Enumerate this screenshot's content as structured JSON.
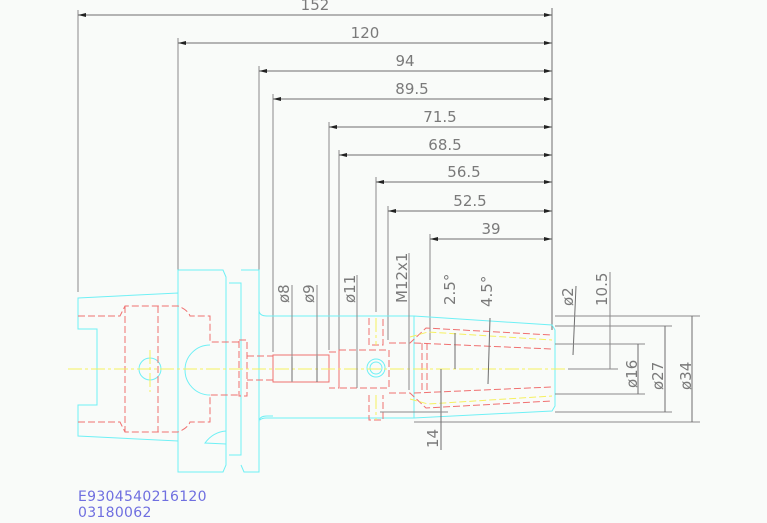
{
  "drawing": {
    "title": "Tool holder technical drawing",
    "horizontal_dimensions": [
      "152",
      "120",
      "94",
      "89.5",
      "71.5",
      "68.5",
      "56.5",
      "52.5",
      "39"
    ],
    "vertical_dimensions_top": [
      "ø8",
      "ø9",
      "ø11",
      "M12x1",
      "2.5°",
      "4.5°",
      "ø2",
      "10.5"
    ],
    "right_dimensions": [
      "ø16",
      "ø27",
      "ø34"
    ],
    "bottom_dimension": "14",
    "part_number": "E9304540216120",
    "code": "03180062"
  },
  "colors": {
    "outline": "#6ff0f5",
    "hidden": "#f07070",
    "centerline": "#f5f060",
    "dimension": "#6e6e6e",
    "id_text": "#6f6fe0"
  }
}
